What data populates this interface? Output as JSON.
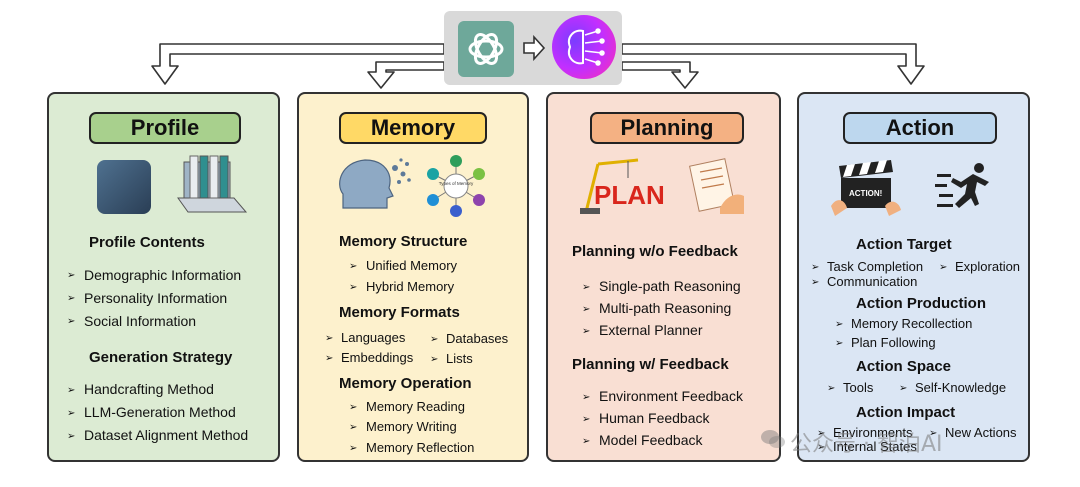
{
  "profile": {
    "title": "Profile",
    "contents_heading": "Profile Contents",
    "contents_items": [
      "Demographic Information",
      "Personality Information",
      "Social Information"
    ],
    "strategy_heading": "Generation Strategy",
    "strategy_items": [
      "Handcrafting Method",
      "LLM-Generation Method",
      "Dataset  Alignment Method"
    ]
  },
  "memory": {
    "title": "Memory",
    "structure_heading": "Memory Structure",
    "structure_items": [
      "Unified Memory",
      "Hybrid Memory"
    ],
    "formats_heading": "Memory Formats",
    "formats_items": [
      "Languages",
      "Databases",
      "Embeddings",
      "Lists"
    ],
    "operation_heading": "Memory Operation",
    "operation_items": [
      "Memory Reading",
      "Memory Writing",
      "Memory Reflection"
    ],
    "image_text": "Types of Memory"
  },
  "planning": {
    "title": "Planning",
    "without_heading": "Planning w/o Feedback",
    "without_items": [
      "Single-path Reasoning",
      "Multi-path Reasoning",
      "External Planner"
    ],
    "with_heading": "Planning w/ Feedback",
    "with_items": [
      "Environment Feedback",
      "Human Feedback",
      "Model Feedback"
    ],
    "image_text": "PLAN"
  },
  "action": {
    "title": "Action",
    "target_heading": "Action Target",
    "target_items": [
      "Task Completion",
      "Exploration",
      "Communication"
    ],
    "production_heading": "Action Production",
    "production_items": [
      "Memory Recollection",
      "Plan Following"
    ],
    "space_heading": "Action Space",
    "space_items": [
      "Tools",
      "Self-Knowledge"
    ],
    "impact_heading": "Action Impact",
    "impact_items": [
      "Environments",
      "New Actions",
      "Internal States"
    ],
    "image_text": "ACTION!"
  },
  "bullet": "➢",
  "watermark": "公众号 · 智泊AI",
  "icons": {
    "model_logo": "openai-logo-icon",
    "arrow": "right-arrow-icon",
    "brain": "ai-brain-icon"
  }
}
